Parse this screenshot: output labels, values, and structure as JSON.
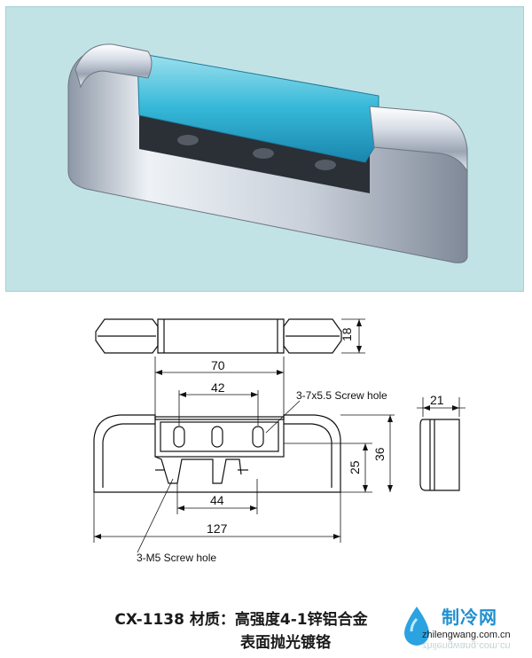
{
  "drawing": {
    "dim_height_top": "18",
    "dim_length_70": "70",
    "dim_length_42": "42",
    "dim_length_44": "44",
    "dim_length_127": "127",
    "dim_height_25": "25",
    "dim_height_36": "36",
    "dim_width_21": "21",
    "note_screw_hole": "3-7x5.5 Screw hole",
    "note_m5_hole": "3-M5 Screw hole"
  },
  "caption": {
    "line1": "CX-1138 材质：高强度4-1锌铝合金",
    "line2": "表面抛光镀铬"
  },
  "watermark": {
    "title": "制冷网",
    "url": "zhilengwang.com.cn"
  },
  "colors": {
    "photo_bg": "#c2e3e5",
    "chrome": "#d7dde6",
    "blue_insert": "#35b8d8",
    "watermark_blue": "#1f8fcf"
  }
}
